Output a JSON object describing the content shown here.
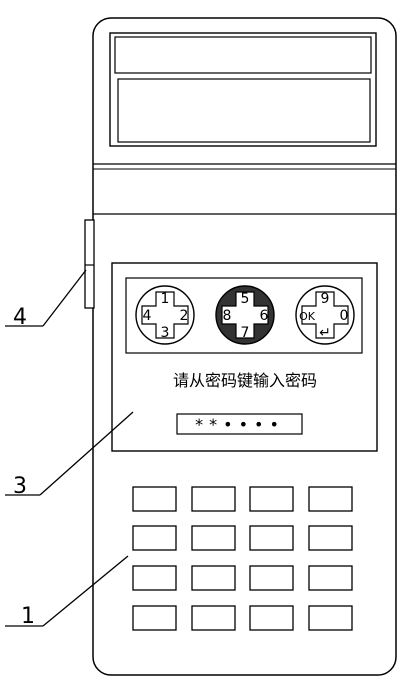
{
  "screen": {
    "prompt": "请从密码键输入密码",
    "password_display": "**••••"
  },
  "pads": [
    {
      "top": "1",
      "left": "4",
      "right": "2",
      "bottom": "3",
      "fill": "#ffffff"
    },
    {
      "top": "5",
      "left": "8",
      "right": "6",
      "bottom": "7",
      "fill": "#333333"
    },
    {
      "top": "9",
      "left": "OK",
      "right": "0",
      "bottom": "↵",
      "fill": "#ffffff"
    }
  ],
  "callouts": [
    {
      "label": "4"
    },
    {
      "label": "3"
    },
    {
      "label": "1"
    }
  ],
  "keypad": {
    "rows": 4,
    "cols": 4
  }
}
